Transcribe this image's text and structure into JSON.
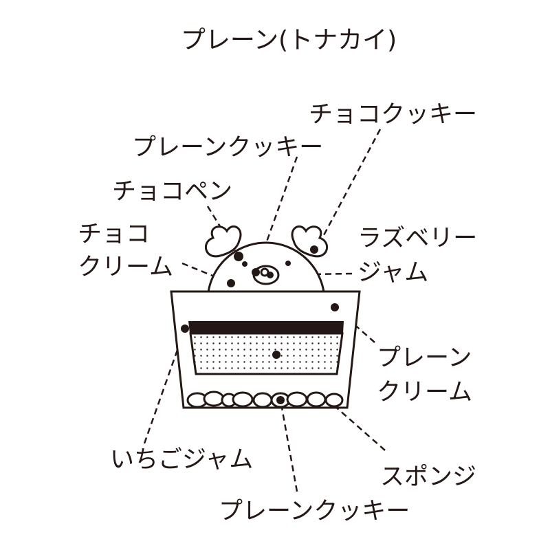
{
  "title": "プレーン(トナカイ)",
  "labels": {
    "choco_cookie": "チョコクッキー",
    "plain_cookie_top": "プレーンクッキー",
    "choco_pen": "チョコペン",
    "choco_cream_1": "チョコ",
    "choco_cream_2": "クリーム",
    "raspberry_jam_1": "ラズベリー",
    "raspberry_jam_2": "ジャム",
    "plain_cream_1": "プレーン",
    "plain_cream_2": "クリーム",
    "strawberry_jam": "いちごジャム",
    "sponge": "スポンジ",
    "plain_cookie_bottom": "プレーンクッキー"
  },
  "colors": {
    "ink": "#231815"
  }
}
